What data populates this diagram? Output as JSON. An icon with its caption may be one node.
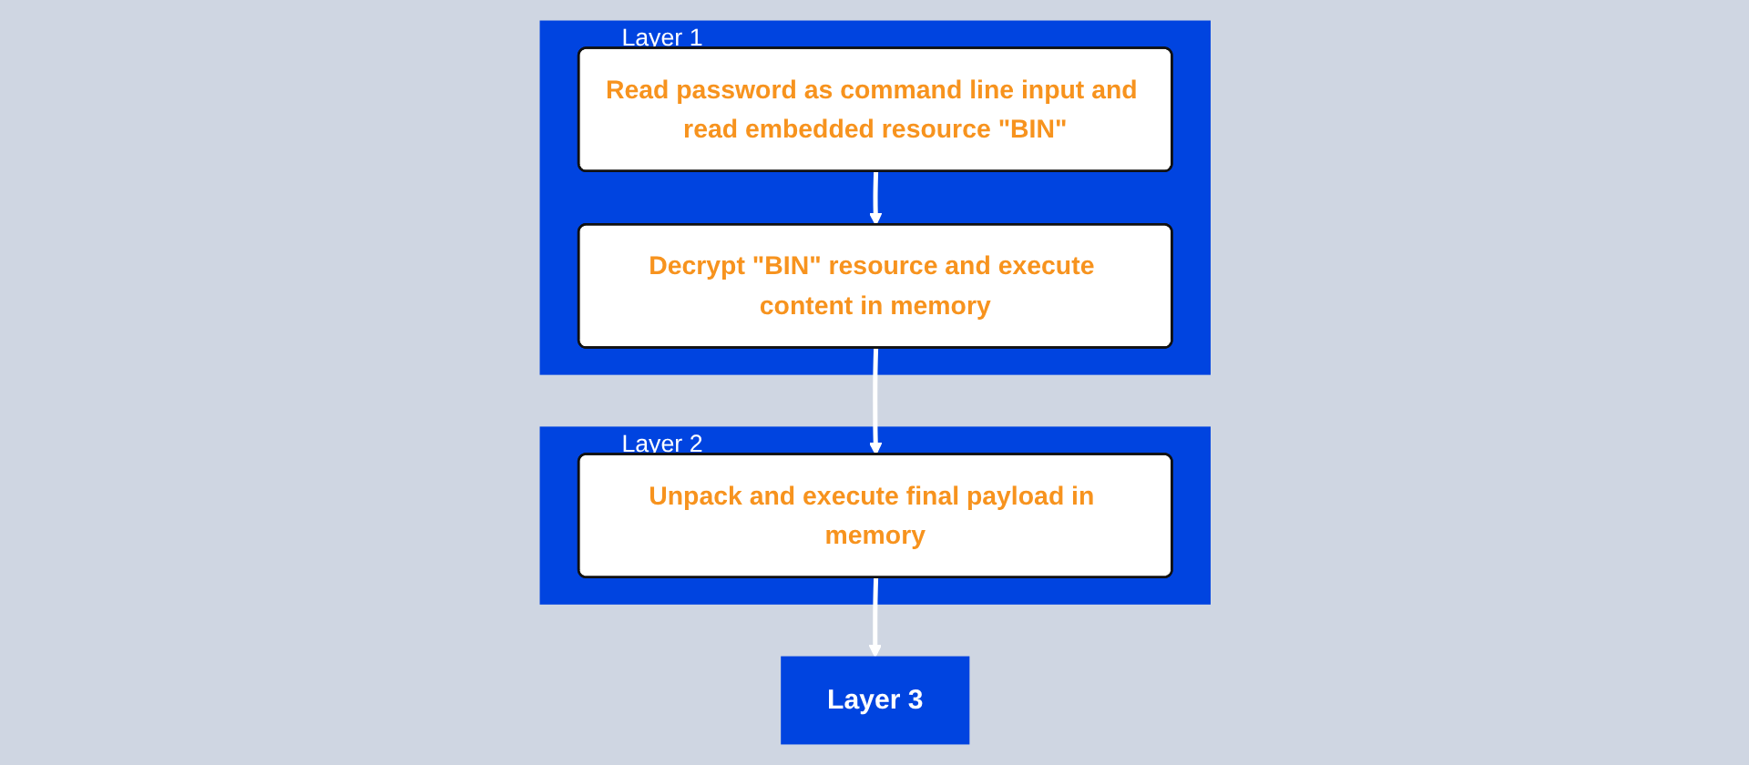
{
  "diagram": {
    "nodes": [
      {
        "text": [
          "Layer 1"
        ]
      },
      {
        "text": [
          "Read password as command line input and read embedded resource \"BIN\""
        ],
        "in": 0
      },
      {
        "text": [
          "Decrypt \"BIN\" resource and execute content in memory"
        ],
        "in": 0
      },
      {
        "text": [
          "Layer 2"
        ]
      },
      {
        "text": [
          "Unpack and execute final payload in memory"
        ],
        "in": 3
      },
      {
        "text": [
          "Layer 3"
        ]
      }
    ],
    "edges": [
      {
        "from": 1,
        "to": 2,
        "arrow": "to"
      },
      {
        "from": 2,
        "to": 4,
        "arrow": "to"
      },
      {
        "from": 4,
        "to": 5,
        "arrow": "to"
      }
    ]
  }
}
